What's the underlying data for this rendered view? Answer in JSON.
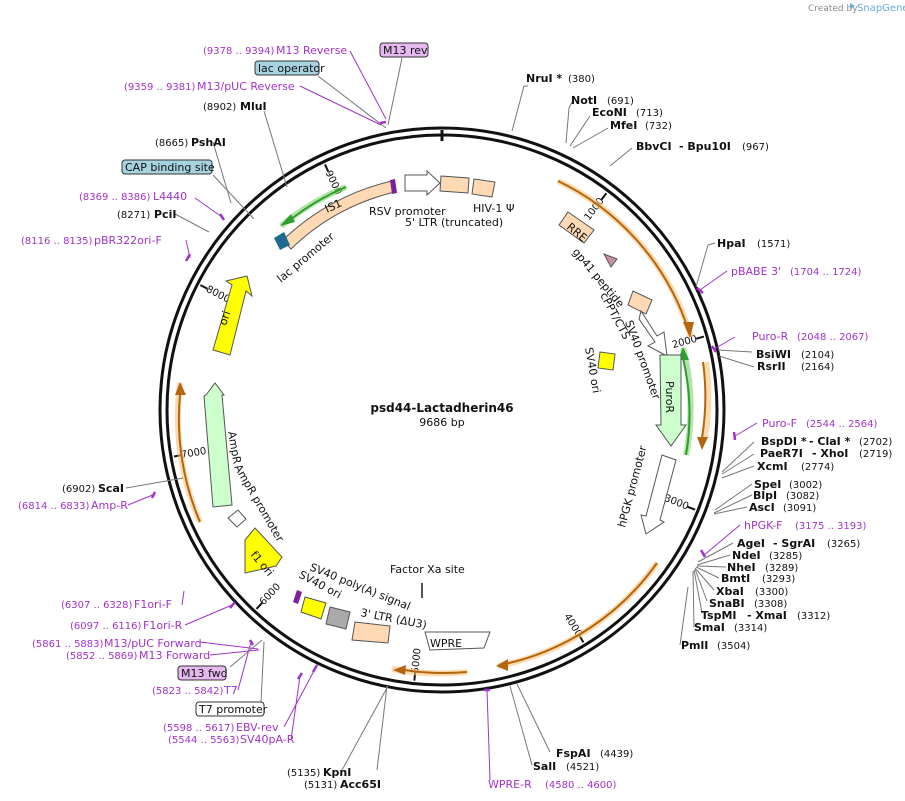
{
  "header": {
    "credit_prefix": "Created by",
    "credit_brand": "SnapGene"
  },
  "plasmid": {
    "name": "psd44-Lactadherin46",
    "size_label": "9686 bp",
    "length": 9686
  },
  "ticks": [
    {
      "label": "1000",
      "bp": 1000
    },
    {
      "label": "2000",
      "bp": 2000
    },
    {
      "label": "3000",
      "bp": 3000
    },
    {
      "label": "4000",
      "bp": 4000
    },
    {
      "label": "5000",
      "bp": 5000
    },
    {
      "label": "6000",
      "bp": 6000
    },
    {
      "label": "7000",
      "bp": 7000
    },
    {
      "label": "8000",
      "bp": 8000
    },
    {
      "label": "9000",
      "bp": 9000
    }
  ],
  "enzymes": [
    {
      "name": "NruI *",
      "pos": "(380)"
    },
    {
      "name": "NotI",
      "pos": "(691)"
    },
    {
      "name": "EcoNI",
      "pos": "(713)"
    },
    {
      "name": "MfeI",
      "pos": "(732)"
    },
    {
      "name": "BbvCI",
      "name2": "- Bpu10I",
      "pos": "(967)"
    },
    {
      "name": "HpaI",
      "pos": "(1571)"
    },
    {
      "name": "BsiWI",
      "pos": "(2104)"
    },
    {
      "name": "RsrII",
      "pos": "(2164)"
    },
    {
      "name": "BspDI *",
      "name2": "- ClaI *",
      "pos": "(2702)"
    },
    {
      "name": "PaeR7I",
      "name2": "- XhoI",
      "pos": "(2719)"
    },
    {
      "name": "XcmI",
      "pos": "(2774)"
    },
    {
      "name": "SpeI",
      "pos": "(3002)"
    },
    {
      "name": "BlpI",
      "pos": "(3082)"
    },
    {
      "name": "AscI",
      "pos": "(3091)"
    },
    {
      "name": "AgeI",
      "name2": "- SgrAI",
      "pos": "(3265)"
    },
    {
      "name": "NdeI",
      "pos": "(3285)"
    },
    {
      "name": "NheI",
      "pos": "(3289)"
    },
    {
      "name": "BmtI",
      "pos": "(3293)"
    },
    {
      "name": "XbaI",
      "pos": "(3300)"
    },
    {
      "name": "SnaBI",
      "pos": "(3308)"
    },
    {
      "name": "TspMI",
      "name2": "- XmaI",
      "pos": "(3312)"
    },
    {
      "name": "SmaI",
      "pos": "(3314)"
    },
    {
      "name": "PmlI",
      "pos": "(3504)"
    },
    {
      "name": "FspAI",
      "pos": "(4439)"
    },
    {
      "name": "SalI",
      "pos": "(4521)"
    },
    {
      "name": "KpnI",
      "pos": "(5135)"
    },
    {
      "name": "Acc65I",
      "pos": "(5131)"
    },
    {
      "name": "ScaI",
      "pos": "(6902)"
    },
    {
      "name": "PciI",
      "pos": "(8271)"
    },
    {
      "name": "PshAI",
      "pos": "(8665)"
    },
    {
      "name": "MluI",
      "pos": "(8902)"
    }
  ],
  "primers": [
    {
      "name": "pBABE 3'",
      "range": "(1704 .. 1724)"
    },
    {
      "name": "Puro-R",
      "range": "(2048 .. 2067)"
    },
    {
      "name": "Puro-F",
      "range": "(2544 .. 2564)"
    },
    {
      "name": "hPGK-F",
      "range": "(3175 .. 3193)"
    },
    {
      "name": "WPRE-R",
      "range": "(4580 .. 4600)"
    },
    {
      "name": "SV40pA-R",
      "range": "(5544 .. 5563)"
    },
    {
      "name": "EBV-rev",
      "range": "(5598 .. 5617)"
    },
    {
      "name": "T7",
      "range": "(5823 .. 5842)"
    },
    {
      "name": "M13 Forward",
      "range": "(5852 .. 5869)"
    },
    {
      "name": "M13/pUC Forward",
      "range": "(5861 .. 5883)"
    },
    {
      "name": "F1ori-R",
      "range": "(6097 .. 6116)"
    },
    {
      "name": "F1ori-F",
      "range": "(6307 .. 6328)"
    },
    {
      "name": "Amp-R",
      "range": "(6814 .. 6833)"
    },
    {
      "name": "pBR322ori-F",
      "range": "(8116 .. 8135)"
    },
    {
      "name": "L4440",
      "range": "(8369 .. 8386)"
    },
    {
      "name": "M13/pUC Reverse",
      "range": "(9359 .. 9381)"
    },
    {
      "name": "M13 Reverse",
      "range": "(9378 .. 9394)"
    }
  ],
  "boxed_features": [
    "M13 rev",
    "lac operator",
    "CAP binding site",
    "M13 fwd",
    "T7 promoter"
  ],
  "features": [
    "RSV promoter",
    "HIV-1 Ψ",
    "5' LTR (truncated)",
    "RRE",
    "gp41 peptide",
    "cPPT/CTS",
    "SV40 promoter",
    "SV40 ori",
    "PuroR",
    "hPGK promoter",
    "WPRE",
    "3' LTR (ΔU3)",
    "SV40 poly(A) signal",
    "SV40 ori",
    "Factor Xa site",
    "f1 ori",
    "AmpR promoter",
    "AmpR",
    "ori",
    "IS1",
    "lac promoter"
  ],
  "colors": {
    "primer": "#a033c8",
    "orf_outline": "#e8a23a",
    "orf_arrow": "#b5650e",
    "green": "#2e9e2e",
    "ori": "#ffff00",
    "promoter": "#ffffff",
    "ltr": "#ffd9b3",
    "puro": "#ccffcc"
  }
}
